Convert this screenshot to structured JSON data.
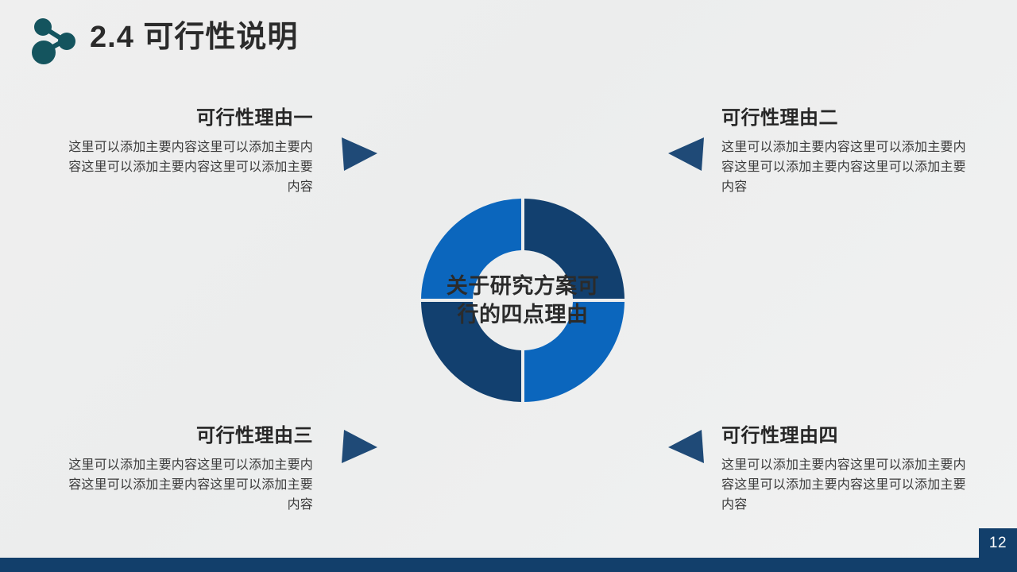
{
  "header": {
    "title": "2.4 可行性说明",
    "icon": "network-share-icon",
    "icon_color": "#14545e"
  },
  "diagram": {
    "center_text_line1": "关于研究方案可",
    "center_text_line2": "行的四点理由",
    "colors": {
      "bright_blue": "#0b66bd",
      "dark_navy": "#12406f",
      "arrow": "#1f4a77",
      "background": "#efefef"
    },
    "segments": [
      {
        "position": "top-left",
        "color": "#0b66bd",
        "links_to": "可行性理由一"
      },
      {
        "position": "top-right",
        "color": "#12406f",
        "links_to": "可行性理由二"
      },
      {
        "position": "bottom-left",
        "color": "#12406f",
        "links_to": "可行性理由三"
      },
      {
        "position": "bottom-right",
        "color": "#0b66bd",
        "links_to": "可行性理由四"
      }
    ]
  },
  "blocks": {
    "top_left": {
      "title": "可行性理由一",
      "body": "这里可以添加主要内容这里可以添加主要内容这里可以添加主要内容这里可以添加主要内容"
    },
    "top_right": {
      "title": "可行性理由二",
      "body": "这里可以添加主要内容这里可以添加主要内容这里可以添加主要内容这里可以添加主要内容"
    },
    "bottom_left": {
      "title": "可行性理由三",
      "body": "这里可以添加主要内容这里可以添加主要内容这里可以添加主要内容这里可以添加主要内容"
    },
    "bottom_right": {
      "title": "可行性理由四",
      "body": "这里可以添加主要内容这里可以添加主要内容这里可以添加主要内容这里可以添加主要内容"
    }
  },
  "footer": {
    "page_number": "12",
    "bar_color": "#123f6b"
  }
}
